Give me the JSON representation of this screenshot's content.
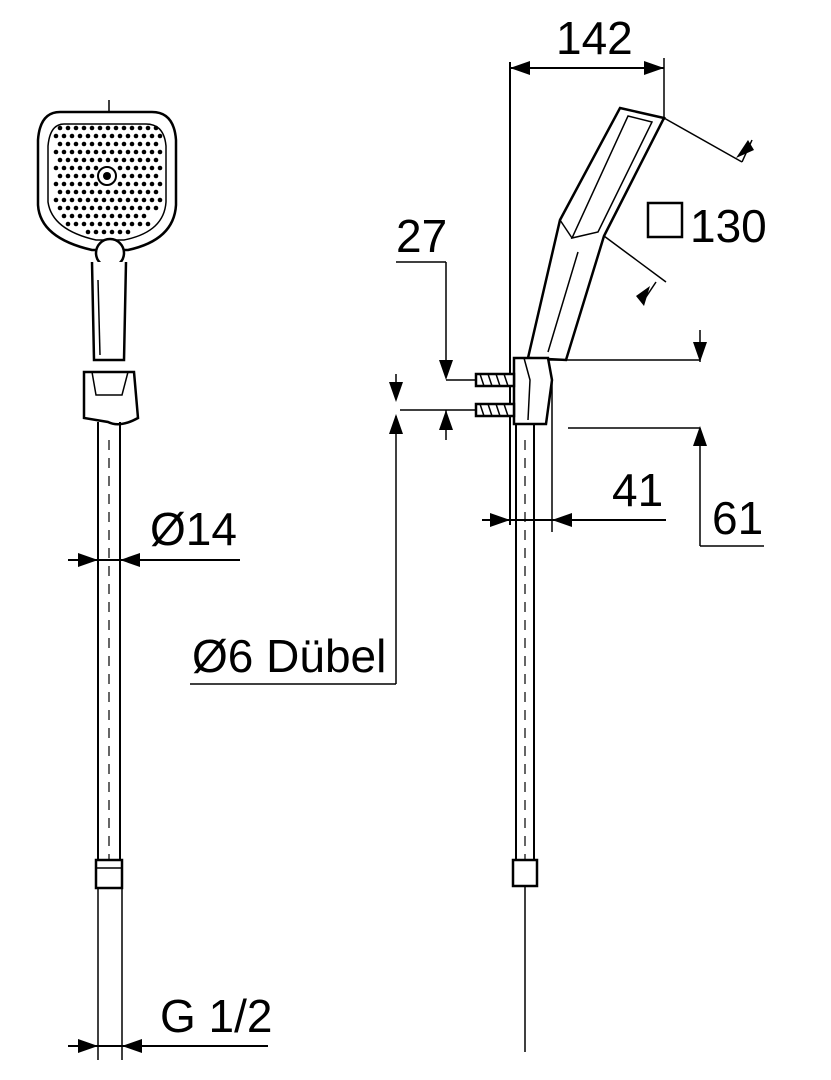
{
  "labels": {
    "width_142": "142",
    "head_130": "130",
    "depth_27": "27",
    "hose_diameter": "Ø14",
    "dowel": "Ø6 Dübel",
    "projection_41": "41",
    "height_61": "61",
    "thread": "G 1/2"
  },
  "icons": {
    "square_symbol": "square-icon"
  }
}
